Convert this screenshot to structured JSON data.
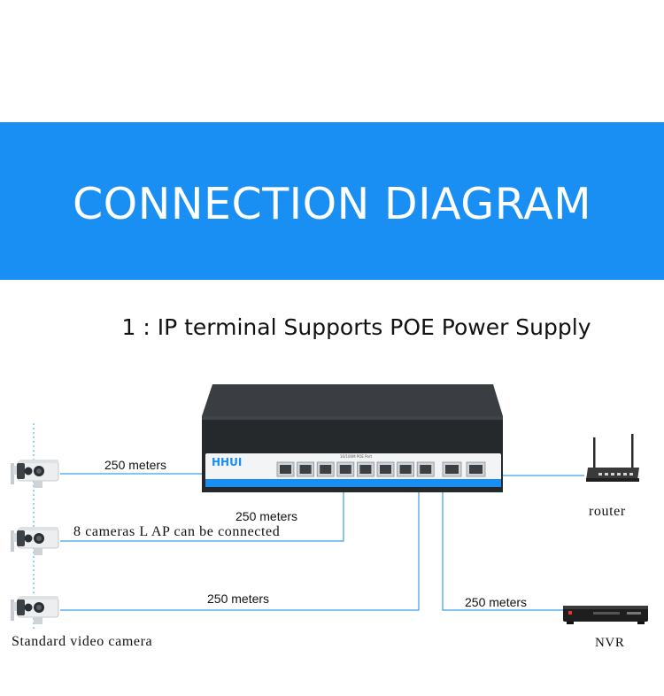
{
  "banner": {
    "title": "CONNECTION DIAGRAM",
    "color": "#1a8ff3"
  },
  "subtitle": "1 : IP terminal Supports POE Power Supply",
  "switch": {
    "brand": "HHUI",
    "port_label": "10/100M POE Port",
    "poe_ports": 8,
    "uplink_ports": 2
  },
  "links": {
    "camera1": "250 meters",
    "camera2": "250 meters",
    "camera3": "250 meters",
    "nvr": "250 meters"
  },
  "notes": {
    "capacity": "8 cameras L AP can be connected",
    "camera_caption": "Standard video camera"
  },
  "devices": {
    "router": "router",
    "nvr": "NVR"
  },
  "colors": {
    "line": "#3aa0e6",
    "switch_body": "#2b2e31",
    "accent": "#1a8ff3"
  }
}
